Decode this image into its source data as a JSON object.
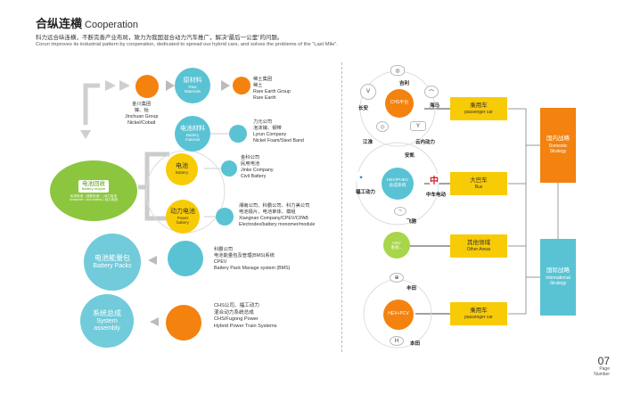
{
  "header": {
    "title_cn": "合纵连横",
    "title_en": "Cooperation",
    "subtitle_cn": "科力远合纵连横，不断完善产业布局，致力为我国混合动力汽车推广，解决“最后一公里”的问题。",
    "subtitle_en": "Corun improves its industrial pattern by cooperation, dedicated to spread our hybrid cars, and solves the problems of the “Last Mile”."
  },
  "left": {
    "jinchuan": {
      "cn": "金川集团\n镍、钴",
      "en": "Jinchuan Group\nNickel/Cobalt"
    },
    "raw_material": {
      "cn": "原材料",
      "en": "Raw\nMaterials"
    },
    "rare_earth": {
      "cn": "稀土集团\n稀土",
      "en": "Rare Earth Group\nRare Earth"
    },
    "battery_material": {
      "cn": "电池材料",
      "en": "Battery\nmaterial"
    },
    "lyrun": {
      "cn": "力元公司\n泡沫镍、钢带",
      "en": "Lyrun Company\nNickel Foam/Steel Band"
    },
    "battery": {
      "cn": "电池",
      "en": "Battery"
    },
    "jinke": {
      "cn": "金科公司\n民用电池",
      "en": "Jinke Company\nCivil Battery"
    },
    "power_battery": {
      "cn": "动力电池",
      "en": "Power\nbattery"
    },
    "xiangnan": {
      "cn": "湘南公司、科霸公司、科力美公司\n电池极片、电池单体、模组",
      "en": "Xiangnan Company/CPEV/CPAB\nElectrodes/battery monomer/module"
    },
    "recycling": {
      "cn": "电池回收",
      "en": "Battery recycle",
      "small": "民用电池（消费电池）| 动力电池\nconsumer / civil battery | 动力电池"
    },
    "battery_packs": {
      "cn": "电池能量包",
      "en": "Battery Packs"
    },
    "bms": {
      "cn": "科霸公司\n电池能量包及管理(BMS)系统\nCPEV\nBattery Pack Manage system (BMS)"
    },
    "system_assembly": {
      "cn": "系统总成",
      "en": "System\nassembly"
    },
    "chs": {
      "cn": "CHS公司、福工动力\n混合动力系统总成\nCHS/Fugong Power\nHybrid Power Train Systems"
    }
  },
  "right": {
    "brands": {
      "jili": "吉利",
      "changan": "长安",
      "haima": "海马",
      "jianghuai": "江淮",
      "yunnei": "云内动力",
      "ankai": "安凯",
      "fugong": "福工动力",
      "zhongche": "中车电动",
      "feichi": "飞驰",
      "fengtian": "丰田",
      "bentian": "本田"
    },
    "chs_platform": "CHS平台",
    "hev_phev": "HEV/PHEV\n总成系统",
    "hev_box": "HEV\n系统...",
    "hev_pcv": "HEV+PCV",
    "passenger_car_cn": "乘用车",
    "passenger_car_en": "passenger car",
    "bus_cn": "大巴车",
    "bus_en": "Bus",
    "other_cn": "其他领域",
    "other_en": "Other Areas",
    "passenger_car2_cn": "乘用车",
    "passenger_car2_en": "passenger car",
    "domestic_cn": "国内战略",
    "domestic_en": "Domestic\nStrategy",
    "intl_cn": "国际战略",
    "intl_en": "International\nStrategy"
  },
  "page": {
    "number": "07",
    "word": "Page\nNumber"
  },
  "colors": {
    "cyan": "#59c3d4",
    "orange": "#f3820f",
    "yellow": "#f8cb07",
    "green": "#8cc63e"
  }
}
